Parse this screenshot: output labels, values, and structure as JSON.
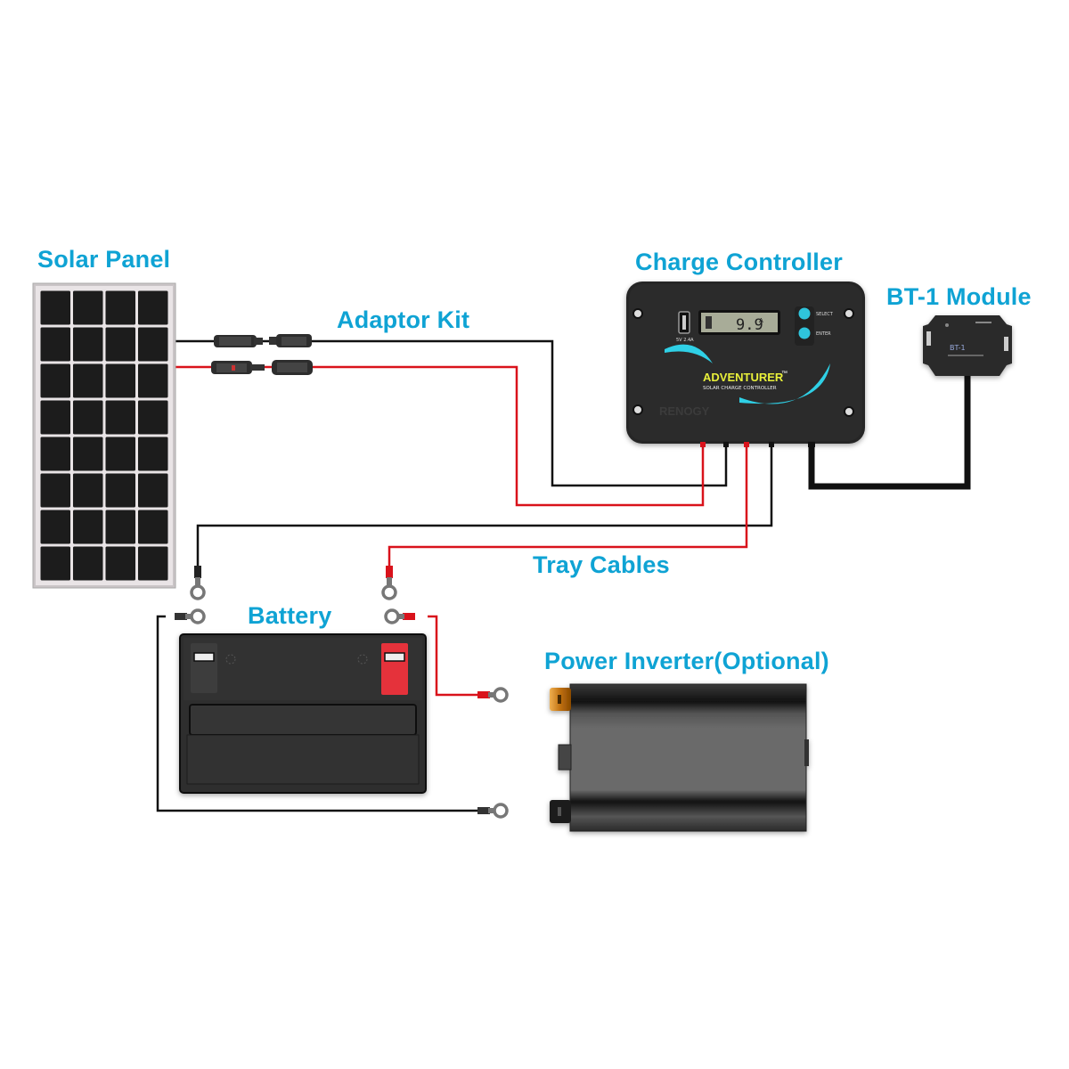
{
  "title": "Solar Kit Wiring Diagram",
  "labels": {
    "solar_panel": "Solar Panel",
    "adaptor_kit": "Adaptor Kit",
    "charge_controller": "Charge Controller",
    "bt1_module": "BT-1 Module",
    "tray_cables": "Tray Cables",
    "battery": "Battery",
    "power_inverter": "Power Inverter(Optional)"
  },
  "controller": {
    "brand_text": "ADVENTURER",
    "trademark": "™",
    "subtitle": "SOLAR CHARGE CONTROLLER",
    "display_value": "9.9",
    "display_unit": "A",
    "usb_label": "5V 2.4A",
    "select_label": "SELECT",
    "enter_label": "ENTER",
    "maker_text": "RENOGY"
  },
  "bt1": {
    "face_text": "BT-1"
  },
  "colors": {
    "label": "#0fa3d4",
    "positive_wire": "#d9121b",
    "negative_wire": "#111111",
    "device_body": "#2b2b2b",
    "accent_cyan": "#2fd0e6",
    "brand_yellow": "#e8ef3a",
    "battery_positive_terminal": "#e5333b",
    "inverter_positive_terminal": "#d98a1e"
  },
  "components": [
    {
      "name": "Solar Panel",
      "rows": 8,
      "cols": 4
    },
    {
      "name": "Adaptor Kit",
      "connectors": 4
    },
    {
      "name": "Charge Controller"
    },
    {
      "name": "BT-1 Module"
    },
    {
      "name": "Battery"
    },
    {
      "name": "Power Inverter",
      "optional": true
    }
  ]
}
